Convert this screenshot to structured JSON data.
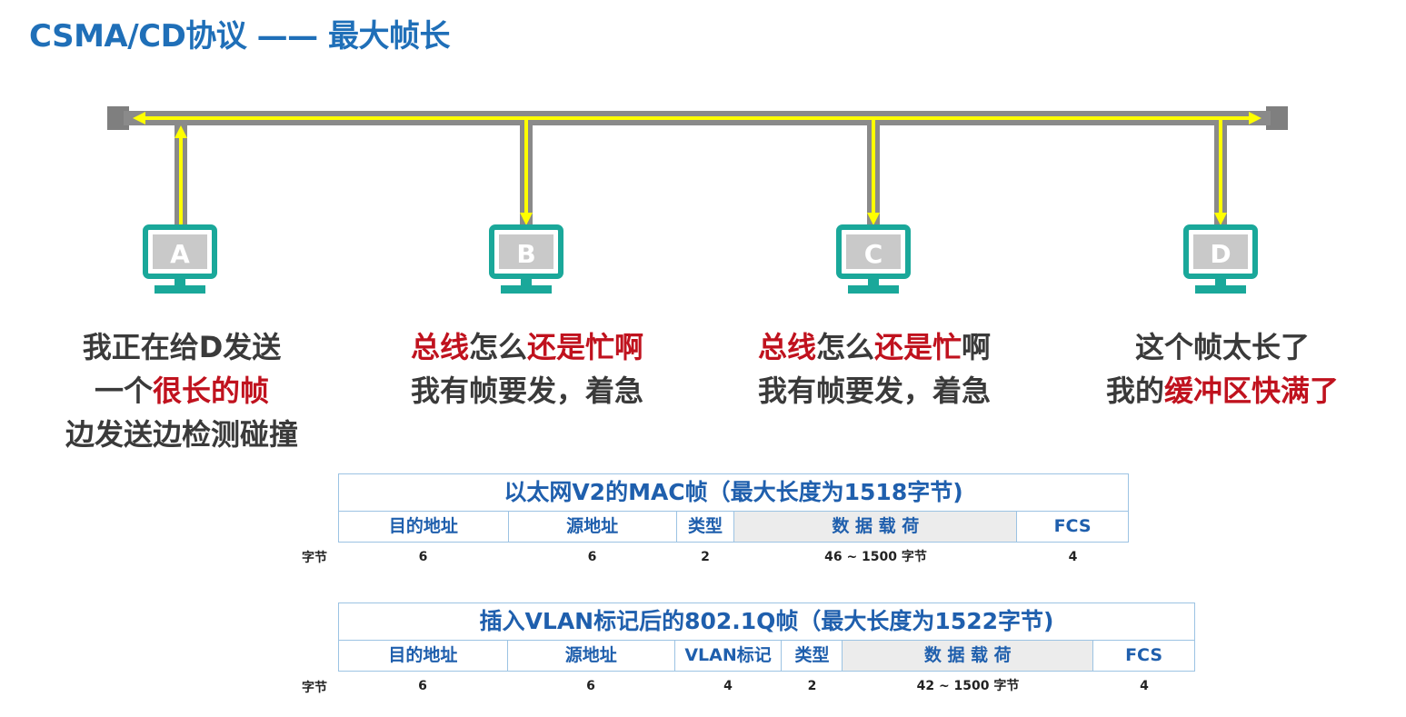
{
  "title": "CSMA/CD协议 —— 最大帧长",
  "stations": [
    {
      "label": "A"
    },
    {
      "label": "B"
    },
    {
      "label": "C"
    },
    {
      "label": "D"
    }
  ],
  "captions": {
    "a": {
      "line1": "我正在给D发送",
      "line2_pre": "一个",
      "line2_red": "很长的帧",
      "line3": "边发送边检测碰撞"
    },
    "b": {
      "line1_red1": "总线",
      "line1_mid": "怎么",
      "line1_red2": "还是忙啊",
      "line2": "我有帧要发，着急"
    },
    "c": {
      "line1_red1": "总线",
      "line1_mid": "怎么",
      "line1_red2": "还是忙",
      "line1_post": "啊",
      "line2": "我有帧要发，着急"
    },
    "d": {
      "line1": "这个帧太长了",
      "line2_pre": "我的",
      "line2_red": "缓冲区快满了"
    }
  },
  "frame_v2": {
    "title": "以太网V2的MAC帧（最大长度为1518字节)",
    "unit_label": "字节",
    "fields": [
      "目的地址",
      "源地址",
      "类型",
      "数 据 载 荷",
      "FCS"
    ],
    "bytes": [
      "6",
      "6",
      "2",
      "46 ~ 1500 字节",
      "4"
    ]
  },
  "frame_vlan": {
    "title": "插入VLAN标记后的802.1Q帧（最大长度为1522字节)",
    "unit_label": "字节",
    "fields": [
      "目的地址",
      "源地址",
      "VLAN标记",
      "类型",
      "数 据 载 荷",
      "FCS"
    ],
    "bytes": [
      "6",
      "6",
      "4",
      "2",
      "42 ~ 1500 字节",
      "4"
    ]
  },
  "colors": {
    "title": "#1f6fb8",
    "bus": "#808080",
    "signal": "#ffff00",
    "monitor": "#1aa89a",
    "highlight": "#c0121e"
  }
}
